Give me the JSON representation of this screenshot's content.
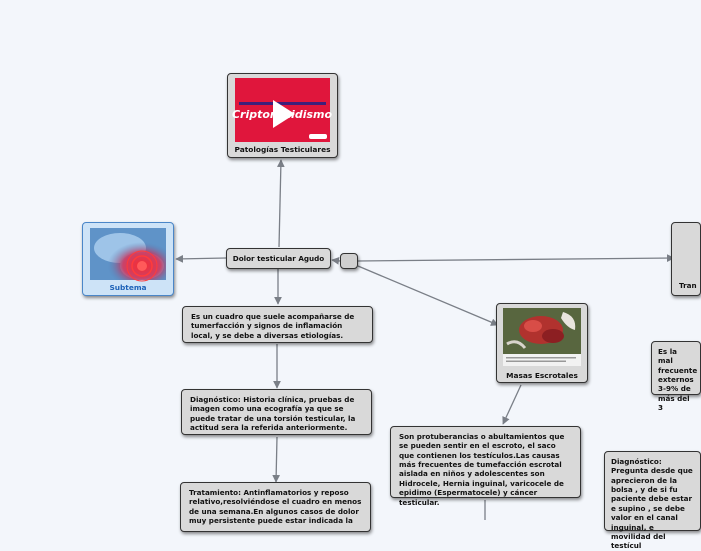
{
  "colors": {
    "background": "#f3f6fb",
    "node_fill": "#d9d9d9",
    "subtema_fill": "#cde3f7",
    "subtema_border": "#4a86c8",
    "subtema_label": "#1e62b8",
    "line": "#7a7f87",
    "video_red": "#e0163c"
  },
  "nodes": {
    "topic_image": {
      "caption": "Patologías Testiculares",
      "video_title": "Criptorquidismo",
      "icon": "play-icon"
    },
    "root": {
      "label": "Dolor testicular Agudo"
    },
    "hub": {
      "label": ""
    },
    "subtema": {
      "label": "Subtema",
      "icon": "pelvis-pain-image"
    },
    "definition": {
      "text": "Es un cuadro que suele acompañarse de tumerfacción y signos de inflamación local, y se debe a diversas etiologías."
    },
    "diagnosis": {
      "text": "Diagnóstico: Historia clínica, pruebas de imagen como una ecografía ya que se puede tratar de una torsión testicular, la actitud sera la referida anteriormente."
    },
    "treatment": {
      "text": "Tratamiento:  Antinflamatorios y reposo relativo,resolviéndose el cuadro en menos de una semana.En algunos casos de dolor muy persistente puede estar indicada la"
    },
    "masses": {
      "label": "Masas Escrotales",
      "icon": "surgery-photo"
    },
    "masses_desc": {
      "text": "Son protuberancias o abultamientos que se pueden sentir en el escroto, el saco que contienen los testículos.Las causas más frecuentes de tumefacción escrotal aislada en niños y adolescentes son Hidrocele, Hernia inguinal, varicocele de epidimo (Espermatocele) y cáncer testicular."
    },
    "right_top": {
      "label": "Tran"
    },
    "right_mid": {
      "text": "Es  la mal frecuente externos 3-9% de más del 3"
    },
    "right_bottom": {
      "text": "Diagnóstico: Pregunta desde que aprecieron de la bolsa , y de si fu paciente debe estar e supino , se debe valor en el canal inguinal, e movilidad del testícul"
    }
  }
}
